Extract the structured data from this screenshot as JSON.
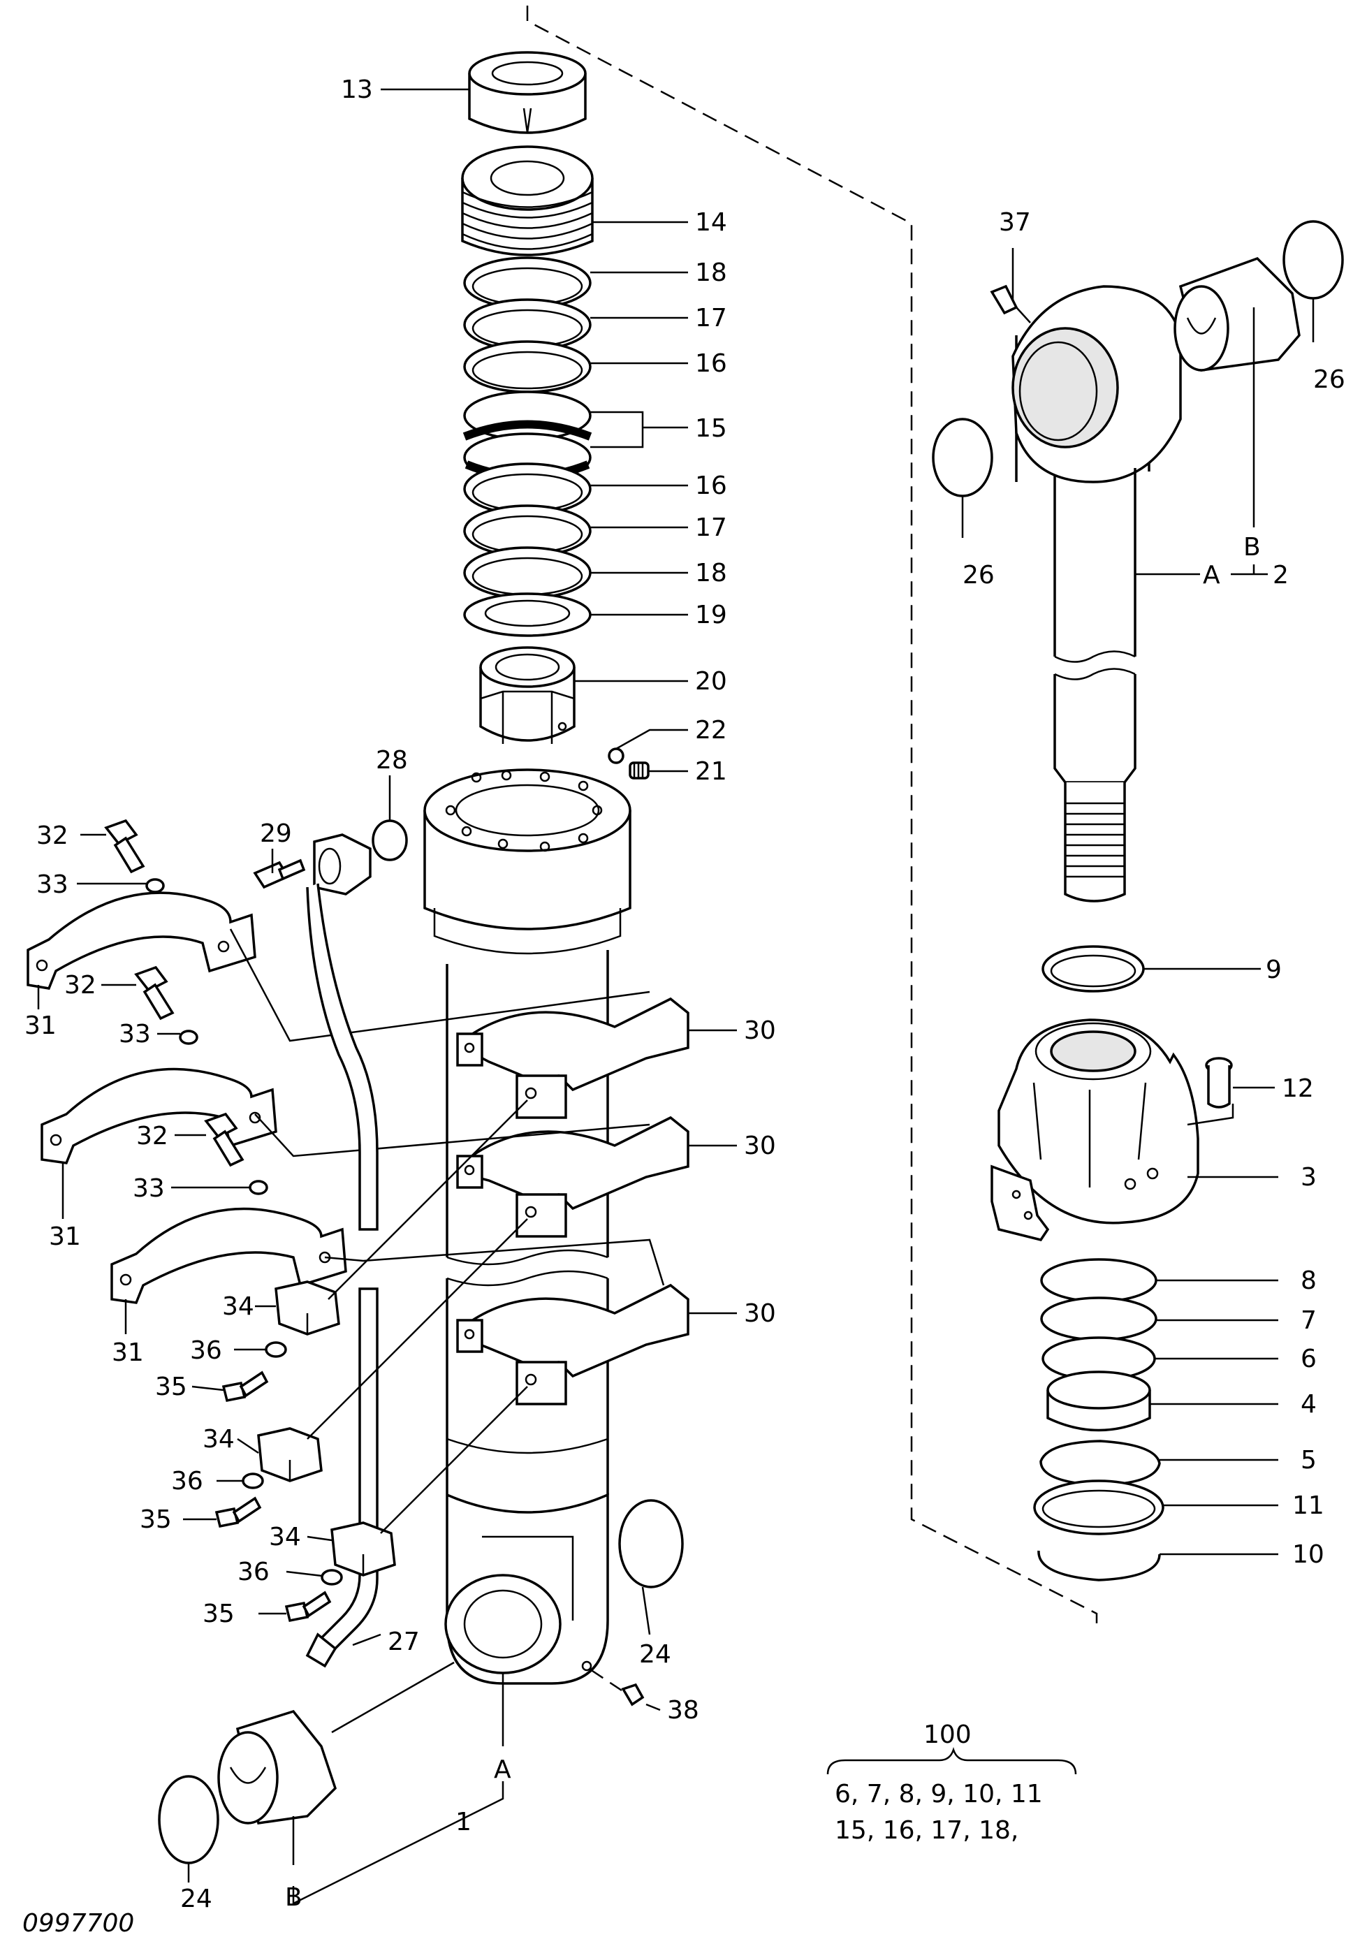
{
  "figure_ref": "0997700",
  "part_numbers": {
    "p1": "1",
    "p2": "2",
    "p3": "3",
    "p4": "4",
    "p5": "5",
    "p6": "6",
    "p7": "7",
    "p8": "8",
    "p9": "9",
    "p10": "10",
    "p11": "11",
    "p12": "12",
    "p13": "13",
    "p14": "14",
    "p15": "15",
    "p16": "16",
    "p17": "17",
    "p18": "18",
    "p19": "19",
    "p20": "20",
    "p21": "21",
    "p22": "22",
    "p24": "24",
    "p26": "26",
    "p27": "27",
    "p28": "28",
    "p29": "29",
    "p30": "30",
    "p31": "31",
    "p32": "32",
    "p33": "33",
    "p34": "34",
    "p35": "35",
    "p36": "36",
    "p37": "37",
    "p38": "38"
  },
  "letters": {
    "a": "A",
    "b": "B"
  },
  "kit": {
    "number": "100",
    "line1": "6, 7, 8, 9, 10, 11",
    "line2": "15, 16, 17, 18,"
  }
}
